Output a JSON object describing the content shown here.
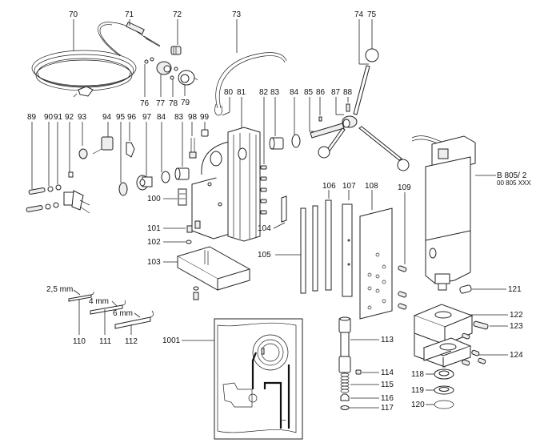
{
  "title": "Exploded parts diagram - magnetic drill stand",
  "machine_label": {
    "model": "B 805/ 2",
    "code": "00 805  XXX"
  },
  "hex_keys": [
    {
      "size": "2,5 mm",
      "part": "110"
    },
    {
      "size": "4 mm",
      "part": "111"
    },
    {
      "size": "6 mm",
      "part": "112"
    }
  ],
  "part_labels": {
    "p70": "70",
    "p71": "71",
    "p72": "72",
    "p73": "73",
    "p74": "74",
    "p75": "75",
    "p76": "76",
    "p77": "77",
    "p78": "78",
    "p79": "79",
    "p80": "80",
    "p81": "81",
    "p82": "82",
    "p83a": "83",
    "p84a": "84",
    "p85": "85",
    "p86": "86",
    "p87": "87",
    "p88": "88",
    "p89": "89",
    "p90": "90",
    "p91": "91",
    "p92": "92",
    "p93": "93",
    "p94": "94",
    "p95": "95",
    "p96": "96",
    "p97": "97",
    "p84b": "84",
    "p83b": "83",
    "p98": "98",
    "p99": "99",
    "p100": "100",
    "p101": "101",
    "p102": "102",
    "p103": "103",
    "p104": "104",
    "p105": "105",
    "p106": "106",
    "p107": "107",
    "p108": "108",
    "p109": "109",
    "p113": "113",
    "p114": "114",
    "p115": "115",
    "p116": "116",
    "p117": "117",
    "p118": "118",
    "p119": "119",
    "p120": "120",
    "p121": "121",
    "p122": "122",
    "p123": "123",
    "p124": "124",
    "p1001": "1001"
  },
  "inset_symbol": "~"
}
